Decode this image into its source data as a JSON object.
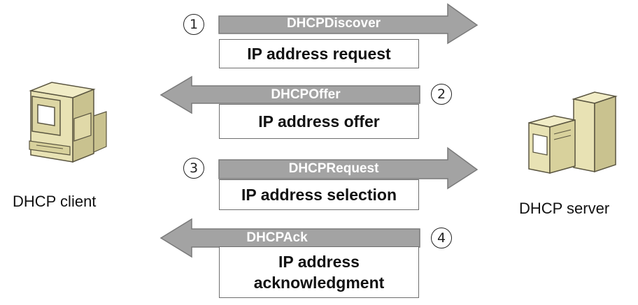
{
  "client": {
    "label": "DHCP client"
  },
  "server": {
    "label": "DHCP server"
  },
  "messages": [
    {
      "step": "1",
      "name": "DHCPDiscover",
      "description": "IP address request",
      "direction": "client-to-server"
    },
    {
      "step": "2",
      "name": "DHCPOffer",
      "description": "IP address offer",
      "direction": "server-to-client"
    },
    {
      "step": "3",
      "name": "DHCPRequest",
      "description": "IP address selection",
      "direction": "client-to-server"
    },
    {
      "step": "4",
      "name": "DHCPAck",
      "description": "IP address\nacknowledgment",
      "direction": "server-to-client"
    }
  ],
  "colors": {
    "arrow_fill": "#a3a3a3",
    "arrow_stroke": "#7a7a7a",
    "machine_fill": "#e8e2b4",
    "machine_shadow": "#c9c28f",
    "machine_stroke": "#5a5540"
  }
}
